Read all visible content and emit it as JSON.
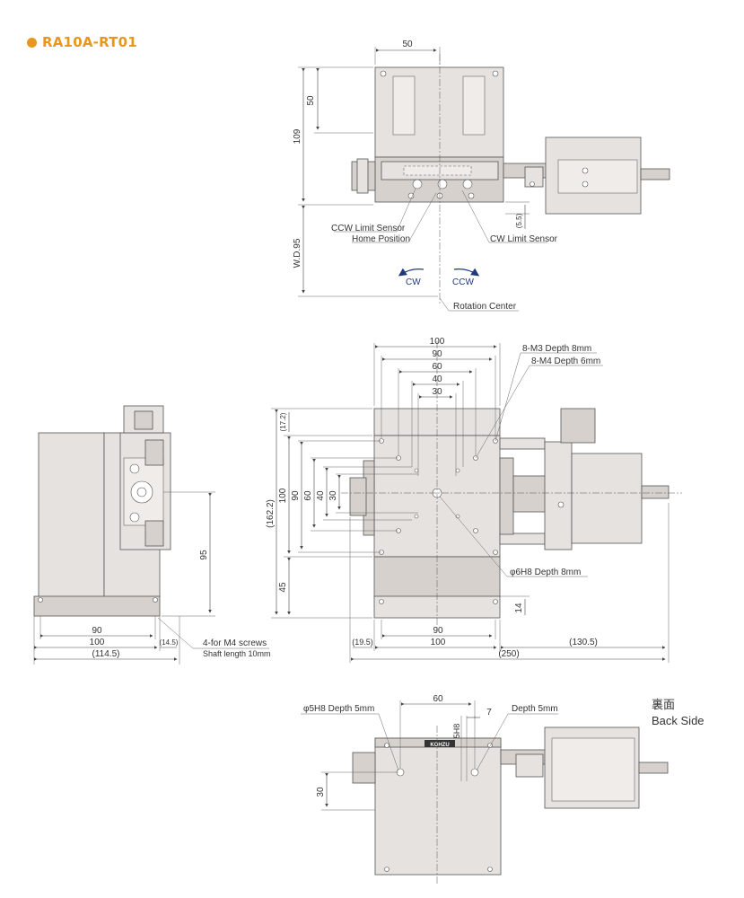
{
  "title": "RA10A-RT01",
  "colors": {
    "accent": "#e8961e",
    "arrow_blue": "#1f3a7a"
  },
  "top_view": {
    "dims": {
      "width": "50",
      "height_109": "109",
      "inner_50": "50",
      "wd": "W.D.95",
      "small": "(5.5)"
    },
    "labels": {
      "ccw_sensor": "CCW Limit Sensor",
      "home": "Home Position",
      "cw_sensor": "CW Limit Sensor",
      "cw": "CW",
      "ccw": "CCW",
      "rotation_center": "Rotation Center"
    }
  },
  "front_view": {
    "dims": {
      "w100": "100",
      "w90": "90",
      "w60": "60",
      "w40": "40",
      "w30": "30",
      "h172": "(17.2)",
      "h1622": "(162.2)",
      "h100": "100",
      "h90": "90",
      "h60": "60",
      "h40": "40",
      "h30": "30",
      "h45": "45",
      "h14": "14",
      "b90": "90",
      "b100": "100",
      "b195": "(19.5)",
      "b1305": "(130.5)",
      "b250": "(250)"
    },
    "labels": {
      "m3": "8-M3 Depth 8mm",
      "m4": "8-M4 Depth 6mm",
      "phi6": "φ6H8 Depth 8mm"
    }
  },
  "side_view": {
    "dims": {
      "h95": "95",
      "b90": "90",
      "b100": "100",
      "b145": "(14.5)",
      "b1145": "(114.5)"
    },
    "labels": {
      "screws": "4-for M4 screws",
      "shaft": "Shaft length 10mm"
    }
  },
  "back_view": {
    "dims": {
      "w60": "60",
      "h5h8": "5H8",
      "w7": "7",
      "h30": "30"
    },
    "labels": {
      "phi5": "φ5H8 Depth 5mm",
      "depth5": "Depth 5mm",
      "back_jp": "裏面",
      "back_en": "Back Side",
      "brand": "KOHZU"
    }
  }
}
